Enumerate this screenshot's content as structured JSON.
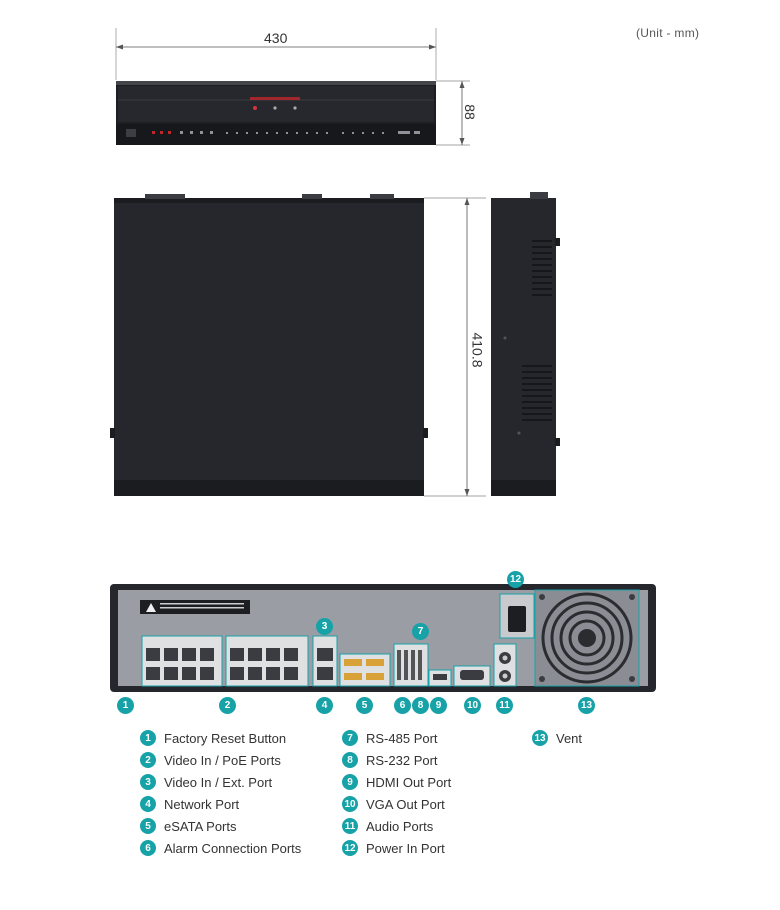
{
  "unit_label": "(Unit - mm)",
  "dimensions": {
    "width": "430",
    "height": "88",
    "depth": "410.8"
  },
  "callouts": [
    "1",
    "2",
    "3",
    "4",
    "5",
    "6",
    "7",
    "8",
    "9",
    "10",
    "11",
    "12",
    "13"
  ],
  "legend": [
    {
      "num": "1",
      "label": "Factory Reset Button"
    },
    {
      "num": "2",
      "label": "Video In / PoE Ports"
    },
    {
      "num": "3",
      "label": "Video In / Ext. Port"
    },
    {
      "num": "4",
      "label": "Network Port"
    },
    {
      "num": "5",
      "label": "eSATA Ports"
    },
    {
      "num": "6",
      "label": "Alarm Connection Ports"
    },
    {
      "num": "7",
      "label": "RS-485 Port"
    },
    {
      "num": "8",
      "label": "RS-232 Port"
    },
    {
      "num": "9",
      "label": "HDMI Out Port"
    },
    {
      "num": "10",
      "label": "VGA Out Port"
    },
    {
      "num": "11",
      "label": "Audio Ports"
    },
    {
      "num": "12",
      "label": "Power In Port"
    },
    {
      "num": "13",
      "label": "Vent"
    }
  ],
  "colors": {
    "accent": "#17a2a8",
    "device": "#25272d",
    "rear_panel": "#9a9da3"
  },
  "icons": [
    "dimension-arrow",
    "led-indicator",
    "rj45-port",
    "fan-grill",
    "power-socket"
  ]
}
